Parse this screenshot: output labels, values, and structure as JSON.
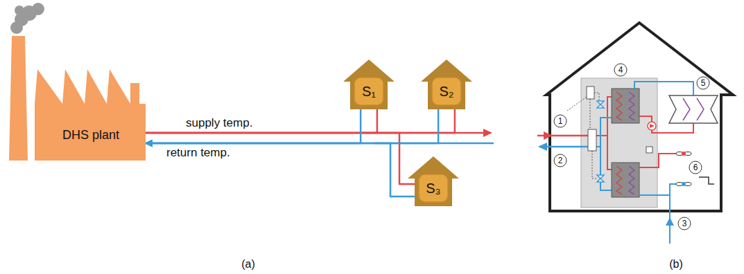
{
  "diagram": {
    "nodes": [
      {
        "text": [
          "DHS plant"
        ]
      },
      {
        "text": [
          "S₁"
        ]
      },
      {
        "text": [
          "S₂"
        ]
      },
      {
        "text": [
          "S₃"
        ]
      }
    ],
    "edges": [
      {
        "from": 0,
        "to": 1,
        "arrow": "none",
        "label": "supply temp."
      },
      {
        "from": 0,
        "to": 2,
        "arrow": "none"
      },
      {
        "from": 0,
        "to": 3,
        "arrow": "none"
      },
      {
        "from": 1,
        "to": 0,
        "arrow": "to",
        "label": "return temp."
      },
      {
        "from": 2,
        "to": 0,
        "arrow": "to"
      },
      {
        "from": 3,
        "to": 0,
        "arrow": "to"
      }
    ],
    "labels": [
      "(a)",
      "(b)",
      "1",
      "2",
      "3",
      "4",
      "5",
      "6"
    ]
  }
}
